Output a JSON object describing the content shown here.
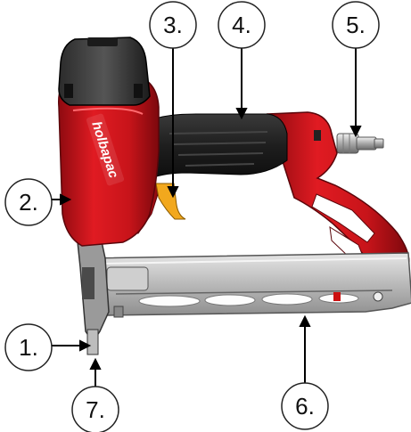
{
  "brand": {
    "logo_text": "holbapac",
    "primary_color": "#d8121b",
    "dark_color": "#1a1a1a",
    "trigger_color": "#f2a81d",
    "magazine_color": "#c8c8c8"
  },
  "callouts": [
    {
      "id": "c1",
      "label": "1."
    },
    {
      "id": "c2",
      "label": "2."
    },
    {
      "id": "c3",
      "label": "3."
    },
    {
      "id": "c4",
      "label": "4."
    },
    {
      "id": "c5",
      "label": "5."
    },
    {
      "id": "c6",
      "label": "6."
    },
    {
      "id": "c7",
      "label": "7."
    }
  ]
}
